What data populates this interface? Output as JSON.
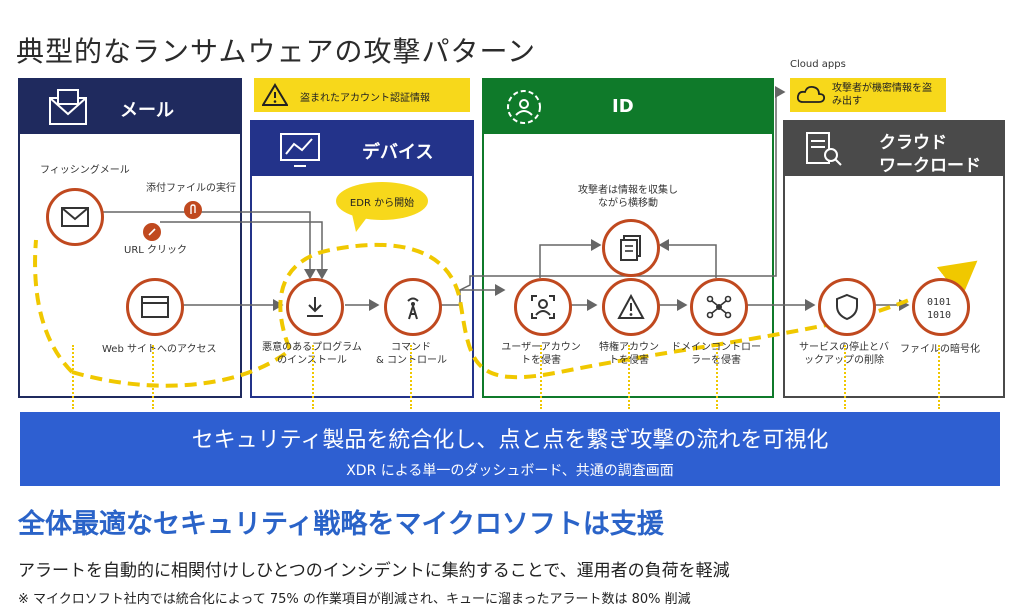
{
  "title": "典型的なランサムウェアの攻撃パターン",
  "panels": {
    "mail": {
      "title": "メール",
      "color": "#1f2a5e"
    },
    "device": {
      "title": "デバイス",
      "color": "#23338a"
    },
    "id": {
      "title": "ID",
      "color": "#0f7a2a"
    },
    "cloud": {
      "title_line1": "クラウド",
      "title_line2": "ワークロード",
      "color": "#4a4a4a"
    }
  },
  "callouts": {
    "stolen": "盗まれたアカウント認証情報",
    "cloud_apps": "Cloud apps",
    "exfil": "攻撃者が機密情報を盗み出す",
    "edr": "EDR から開始"
  },
  "labels": {
    "phishing": "フィッシングメール",
    "attachment": "添付ファイルの実行",
    "url_click": "URL クリック",
    "web_access": "Web サイトへのアクセス",
    "malware_install": "悪意のあるプログラムのインストール",
    "command_control_1": "コマンド",
    "command_control_2": "& コントロール",
    "collect": "攻撃者は情報を収集しながら横移動",
    "user_account": "ユーザーアカウントを侵害",
    "priv_account": "特権アカウントを侵害",
    "domain_controller": "ドメインコントローラーを侵害",
    "service_stop": "サービスの停止とバックアップの削除",
    "file_encrypt": "ファイルの暗号化"
  },
  "banner": {
    "line1": "セキュリティ製品を統合化し、点と点を繋ぎ攻撃の流れを可視化",
    "line2": "XDR による単一のダッシュボード、共通の調査画面"
  },
  "footer": {
    "headline": "全体最適なセキュリティ戦略をマイクロソフトは支援",
    "sub": "アラートを自動的に相関付けしひとつのインシデントに集約することで、運用者の負荷を軽減",
    "note": "※ マイクロソフト社内では統合化によって 75% の作業項目が削減され、キューに溜まったアラート数は 80% 削減"
  },
  "colors": {
    "accent": "#c0491f",
    "yellow": "#f7d81b",
    "banner": "#2e5fd1",
    "headline": "#2a63c8"
  }
}
